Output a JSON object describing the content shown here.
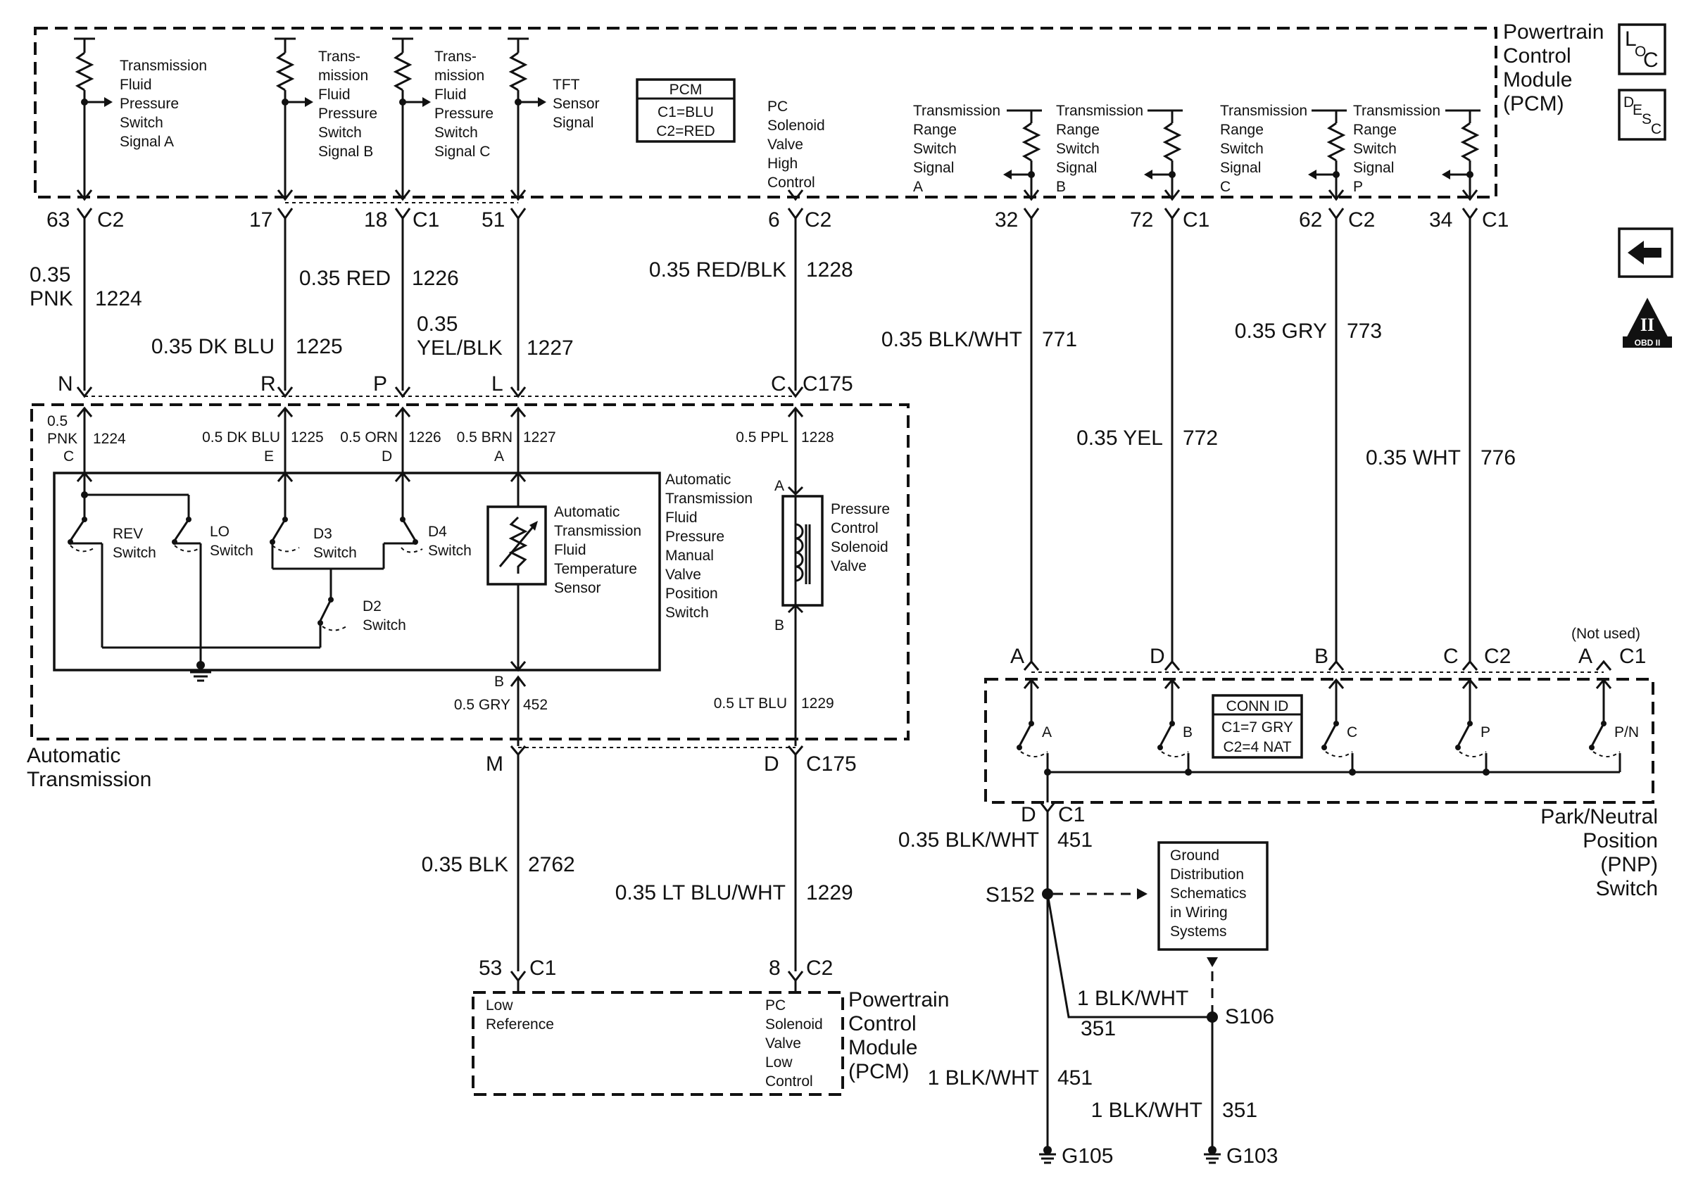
{
  "pcm_top": {
    "title": [
      "Powertrain",
      "Control",
      "Module",
      "(PCM)"
    ],
    "signals": {
      "tfp_a": [
        "Transmission",
        "Fluid",
        "Pressure",
        "Switch",
        "Signal A"
      ],
      "tfp_b": [
        "Trans-",
        "mission",
        "Fluid",
        "Pressure",
        "Switch",
        "Signal B"
      ],
      "tfp_c": [
        "Trans-",
        "mission",
        "Fluid",
        "Pressure",
        "Switch",
        "Signal C"
      ],
      "tft": [
        "TFT",
        "Sensor",
        "Signal"
      ],
      "pc_high": [
        "PC",
        "Solenoid",
        "Valve",
        "High",
        "Control"
      ],
      "trs_a": [
        "Transmission",
        "Range",
        "Switch",
        "Signal",
        "A"
      ],
      "trs_b": [
        "Transmission",
        "Range",
        "Switch",
        "Signal",
        "B"
      ],
      "trs_c": [
        "Transmission",
        "Range",
        "Switch",
        "Signal",
        "C"
      ],
      "trs_p": [
        "Transmission",
        "Range",
        "Switch",
        "Signal",
        "P"
      ]
    },
    "pcm_legend": {
      "title": "PCM",
      "c1": "C1=BLU",
      "c2": "C2=RED"
    },
    "pins": [
      {
        "pin": "63",
        "conn": "C2"
      },
      {
        "pin": "17",
        "conn": ""
      },
      {
        "pin": "18",
        "conn": "C1"
      },
      {
        "pin": "51",
        "conn": ""
      },
      {
        "pin": "6",
        "conn": "C2"
      },
      {
        "pin": "32",
        "conn": ""
      },
      {
        "pin": "72",
        "conn": "C1"
      },
      {
        "pin": "62",
        "conn": "C2"
      },
      {
        "pin": "34",
        "conn": "C1"
      }
    ]
  },
  "icons": {
    "loc": [
      "L",
      "O",
      "C"
    ],
    "desc": [
      "D",
      "E",
      "S",
      "C"
    ],
    "obd": "OBD II",
    "obd_numeral": "II"
  },
  "wires_upper": {
    "pnk": [
      "0.35",
      "PNK",
      "1224"
    ],
    "dkblu": [
      "0.35 DK BLU",
      "1225"
    ],
    "red": [
      "0.35 RED",
      "1226"
    ],
    "yelblk": [
      "0.35",
      "YEL/BLK",
      "1227"
    ],
    "redblk": [
      "0.35 RED/BLK",
      "1228"
    ],
    "blkwht": [
      "0.35 BLK/WHT",
      "771"
    ],
    "yel": [
      "0.35 YEL",
      "772"
    ],
    "gry": [
      "0.35 GRY",
      "773"
    ],
    "wht": [
      "0.35 WHT",
      "776"
    ]
  },
  "c175_top": {
    "pins": [
      "N",
      "R",
      "P",
      "L",
      "C"
    ],
    "conn": "C175"
  },
  "transmission": {
    "title": [
      "Automatic",
      "Transmission"
    ],
    "wires": [
      {
        "size": [
          "0.5",
          "PNK"
        ],
        "circuit": "1224",
        "pin": "C"
      },
      {
        "size": [
          "0.5 DK BLU"
        ],
        "circuit": "1225",
        "pin": "E"
      },
      {
        "size": [
          "0.5 ORN"
        ],
        "circuit": "1226",
        "pin": "D"
      },
      {
        "size": [
          "0.5 BRN"
        ],
        "circuit": "1227",
        "pin": "A"
      },
      {
        "size": [
          "0.5 PPL"
        ],
        "circuit": "1228",
        "pin": ""
      }
    ],
    "switches": {
      "rev": [
        "REV",
        "Switch"
      ],
      "lo": [
        "LO",
        "Switch"
      ],
      "d3": [
        "D3",
        "Switch"
      ],
      "d4": [
        "D4",
        "Switch"
      ],
      "d2": [
        "D2",
        "Switch"
      ]
    },
    "tft_sensor": [
      "Automatic",
      "Transmission",
      "Fluid",
      "Temperature",
      "Sensor"
    ],
    "manual_valve": [
      "Automatic",
      "Transmission",
      "Fluid",
      "Pressure",
      "Manual",
      "Valve",
      "Position",
      "Switch"
    ],
    "pc_solenoid": [
      "Pressure",
      "Control",
      "Solenoid",
      "Valve"
    ],
    "pc_pins": {
      "a": "A",
      "b": "B"
    },
    "bottom_wires": [
      {
        "pin": "B",
        "label": "0.5 GRY",
        "circuit": "452"
      },
      {
        "pin": "B",
        "label": "0.5 LT BLU",
        "circuit": "1229"
      }
    ]
  },
  "c175_bottom": {
    "pins": [
      "M",
      "D"
    ],
    "conn": "C175"
  },
  "wires_lower": {
    "blk": [
      "0.35 BLK",
      "2762"
    ],
    "ltbluwht": [
      "0.35 LT BLU/WHT",
      "1229"
    ]
  },
  "pcm_bottom": {
    "title": [
      "Powertrain",
      "Control",
      "Module",
      "(PCM)"
    ],
    "pin1": {
      "pin": "53",
      "conn": "C1"
    },
    "pin2": {
      "pin": "8",
      "conn": "C2"
    },
    "low_ref": [
      "Low",
      "Reference"
    ],
    "pc_low": [
      "PC",
      "Solenoid",
      "Valve",
      "Low",
      "Control"
    ]
  },
  "pnp": {
    "title": [
      "Park/Neutral",
      "Position",
      "(PNP)",
      "Switch"
    ],
    "not_used": "(Not used)",
    "pins": [
      {
        "pin": "A",
        "conn": ""
      },
      {
        "pin": "D",
        "conn": ""
      },
      {
        "pin": "B",
        "conn": ""
      },
      {
        "pin": "C",
        "conn": "C2"
      },
      {
        "pin": "A",
        "conn": "C1"
      }
    ],
    "switch_labels": [
      "A",
      "B",
      "C",
      "P",
      "P/N"
    ],
    "conn_id": {
      "title": "CONN ID",
      "c1": "C1=7 GRY",
      "c2": "C2=4 NAT"
    },
    "out_pin": {
      "pin": "D",
      "conn": "C1"
    }
  },
  "ground": {
    "wire451a": [
      "0.35 BLK/WHT",
      "451"
    ],
    "s152": "S152",
    "gds": [
      "Ground",
      "Distribution",
      "Schematics",
      "in Wiring",
      "Systems"
    ],
    "wire351a": [
      "1 BLK/WHT",
      "351"
    ],
    "s106": "S106",
    "wire451b": [
      "1 BLK/WHT",
      "451"
    ],
    "wire351b": [
      "1 BLK/WHT",
      "351"
    ],
    "g105": "G105",
    "g103": "G103"
  }
}
